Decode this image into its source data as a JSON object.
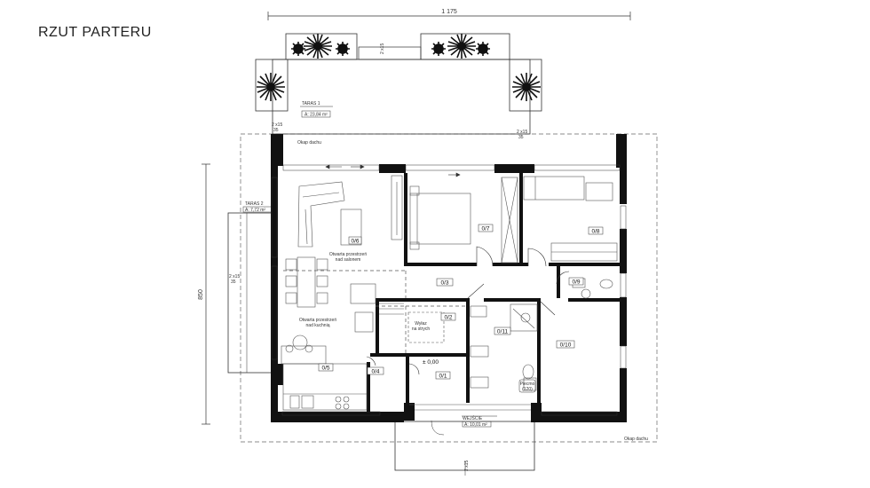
{
  "page": {
    "title": "RZUT PARTERU"
  },
  "dimensions": {
    "width_total": "1 175",
    "height_total": "850"
  },
  "rooms": [
    {
      "id": "0/1",
      "label": "0/1"
    },
    {
      "id": "0/2",
      "label": "0/2"
    },
    {
      "id": "0/3",
      "label": "0/3"
    },
    {
      "id": "0/4",
      "label": "0/4"
    },
    {
      "id": "0/5",
      "label": "0/5"
    },
    {
      "id": "0/6",
      "label": "0/6"
    },
    {
      "id": "0/7",
      "label": "0/7"
    },
    {
      "id": "0/8",
      "label": "0/8"
    },
    {
      "id": "0/9",
      "label": "0/9"
    },
    {
      "id": "0/10",
      "label": "0/10"
    },
    {
      "id": "0/11",
      "label": "0/11"
    }
  ],
  "notes": {
    "salon_line1": "Otwarta przestrzeń",
    "salon_line2": "nad salonem",
    "kitchen_line1": "Otwarta przestrzeń",
    "kitchen_line2": "nad kuchnią",
    "attic_line1": "Wyłaz",
    "attic_line2": "na strych",
    "level": "± 0,00",
    "roof_top": "Okap dachu",
    "roof_bottom": "Okap dachu",
    "terrace1_name": "TARAS 1",
    "terrace1_area": "A: 23,84 m²",
    "terrace2_name": "TARAS 2",
    "terrace2_area": "A: 7,72 m²",
    "entrance_name": "WEJŚCIE",
    "entrance_area": "A: 10,01 m²",
    "boiler_line1": "Piecmo",
    "boiler_line2": "(120)",
    "step_top": "2 x15",
    "step_side": "2 x15",
    "step_side2": "35",
    "step_bottom": "2 x15",
    "step_right": "2 x15",
    "step_right2": "35",
    "step_left": "2 x15",
    "step_left2": "35"
  }
}
